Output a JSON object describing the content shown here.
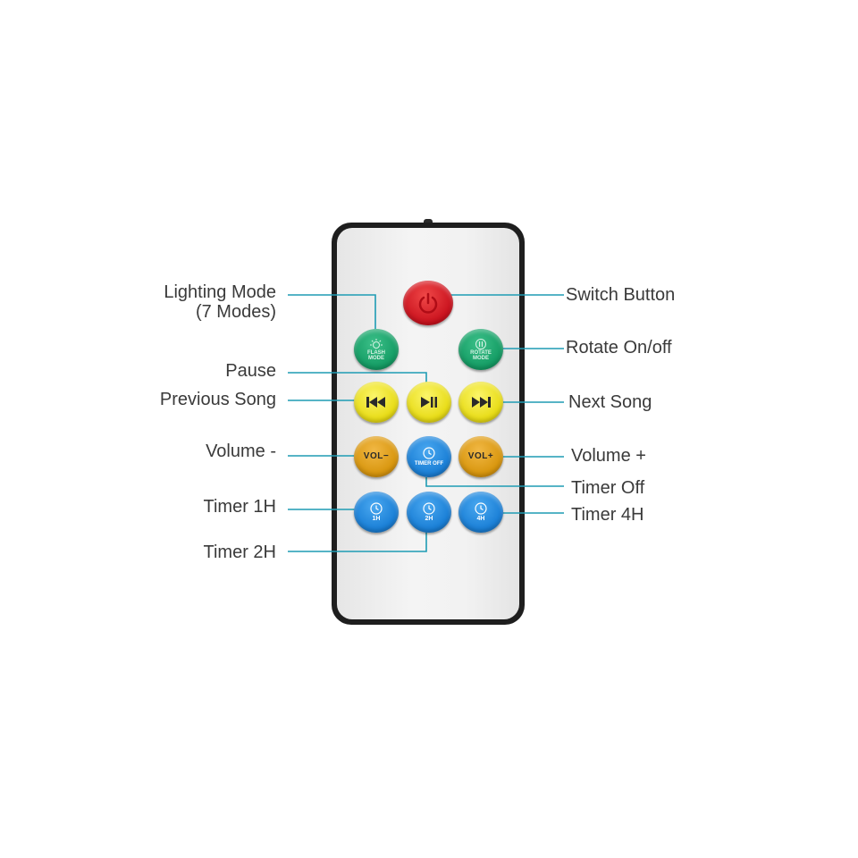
{
  "labels": {
    "lighting_mode_line1": "Lighting Mode",
    "lighting_mode_line2": "(7 Modes)",
    "switch_button": "Switch Button",
    "rotate_onoff": "Rotate On/off",
    "pause": "Pause",
    "previous_song": "Previous Song",
    "next_song": "Next Song",
    "volume_minus": "Volume -",
    "volume_plus": "Volume +",
    "timer_off": "Timer Off",
    "timer_1h": "Timer 1H",
    "timer_4h": "Timer 4H",
    "timer_2h": "Timer 2H"
  },
  "buttons": {
    "flash_mode_line1": "FLASH",
    "flash_mode_line2": "MODE",
    "rotate_mode_line1": "ROTATE",
    "rotate_mode_line2": "MODE",
    "vol_minus": "VOL−",
    "vol_plus": "VOL+",
    "timer_off": "TIMER OFF",
    "timer_1h": "1H",
    "timer_2h": "2H",
    "timer_4h": "4H"
  },
  "icons": {
    "power": "power-icon",
    "sun": "sun-icon",
    "rotate": "rotate-icon",
    "previous": "previous-track-icon",
    "play_pause": "play-pause-icon",
    "next": "next-track-icon",
    "clock": "clock-icon"
  },
  "colors": {
    "leader_line": "#1e9cb4",
    "power_button": "#d21824",
    "mode_buttons": "#129a62",
    "track_buttons": "#e8dc16",
    "volume_buttons": "#d8960e",
    "timer_buttons": "#1a7fd6"
  }
}
